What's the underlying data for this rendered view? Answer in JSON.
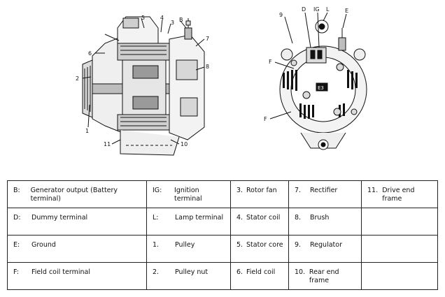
{
  "diagram": {
    "left_callouts": [
      "5",
      "4",
      "3",
      "B",
      "7",
      "6",
      "2",
      "8",
      "1",
      "11",
      "10"
    ],
    "right_callouts": [
      "9",
      "D",
      "IG",
      "L",
      "E",
      "F",
      "F"
    ],
    "badge": "E3"
  },
  "legend": {
    "rows": [
      [
        {
          "code": "B:",
          "desc": "Generator output (Battery terminal)"
        },
        {
          "code": "IG:",
          "desc": "Ignition terminal"
        },
        {
          "code": "3.",
          "desc": "Rotor fan"
        },
        {
          "code": "7.",
          "desc": "Rectifier"
        },
        {
          "code": "11.",
          "desc": "Drive end frame"
        }
      ],
      [
        {
          "code": "D:",
          "desc": "Dummy terminal"
        },
        {
          "code": "L:",
          "desc": "Lamp terminal"
        },
        {
          "code": "4.",
          "desc": "Stator coil"
        },
        {
          "code": "8.",
          "desc": "Brush"
        },
        {
          "code": "",
          "desc": ""
        }
      ],
      [
        {
          "code": "E:",
          "desc": "Ground"
        },
        {
          "code": "1.",
          "desc": "Pulley"
        },
        {
          "code": "5.",
          "desc": "Stator core"
        },
        {
          "code": "9.",
          "desc": "Regulator"
        },
        {
          "code": "",
          "desc": ""
        }
      ],
      [
        {
          "code": "F:",
          "desc": "Field coil terminal"
        },
        {
          "code": "2.",
          "desc": "Pulley nut"
        },
        {
          "code": "6.",
          "desc": "Field coil"
        },
        {
          "code": "10.",
          "desc": "Rear end frame"
        },
        {
          "code": "",
          "desc": ""
        }
      ]
    ]
  }
}
